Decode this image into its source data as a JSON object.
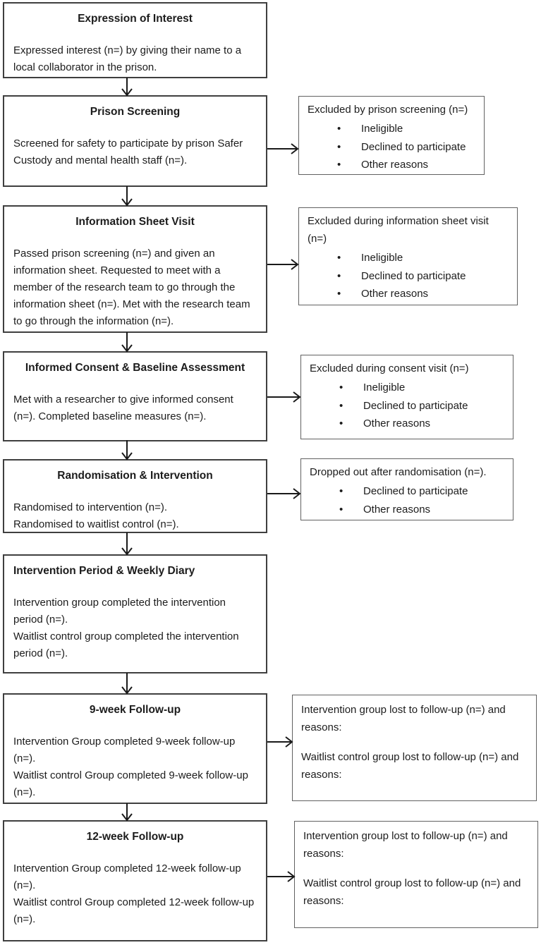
{
  "diagram": {
    "colors": {
      "background": "#ffffff",
      "main_border": "#3f3f3f",
      "side_border": "#616161",
      "text": "#1c1c1c",
      "arrow": "#1a1a1a"
    },
    "main_boxes": [
      {
        "title": "Expression of Interest",
        "paragraphs": [
          "Expressed interest (n=) by giving their name to a local collaborator in the prison."
        ]
      },
      {
        "title": "Prison Screening",
        "paragraphs": [
          "Screened for safety to participate by prison Safer Custody and mental health staff (n=)."
        ]
      },
      {
        "title": "Information Sheet Visit",
        "paragraphs": [
          "Passed prison screening (n=) and given an information sheet. Requested to meet with a member of the research team to go through the information sheet (n=). Met with the research team to go through the information (n=)."
        ]
      },
      {
        "title": "Informed Consent & Baseline Assessment",
        "paragraphs": [
          "Met with a researcher to give informed consent (n=). Completed baseline measures (n=)."
        ]
      },
      {
        "title": "Randomisation & Intervention",
        "paragraphs": [
          "Randomised to intervention (n=).",
          "Randomised to waitlist control (n=)."
        ]
      },
      {
        "title": "Intervention Period & Weekly Diary",
        "paragraphs": [
          "Intervention group completed the intervention period (n=).",
          "Waitlist control group completed the intervention period (n=)."
        ]
      },
      {
        "title": "9-week Follow-up",
        "paragraphs": [
          "Intervention Group completed 9-week follow-up (n=).",
          "Waitlist control Group completed 9-week follow-up (n=)."
        ]
      },
      {
        "title": "12-week Follow-up",
        "paragraphs": [
          "Intervention Group completed 12-week follow-up (n=).",
          "Waitlist control Group completed 12-week follow-up (n=)."
        ]
      }
    ],
    "side_boxes": [
      {
        "heading": "Excluded by prison screening (n=)",
        "bullets": [
          "Ineligible",
          "Declined to participate",
          "Other reasons"
        ]
      },
      {
        "heading": "Excluded during information sheet visit (n=)",
        "bullets": [
          "Ineligible",
          "Declined to participate",
          "Other reasons"
        ]
      },
      {
        "heading": "Excluded during consent visit (n=)",
        "bullets": [
          "Ineligible",
          "Declined to participate",
          "Other reasons"
        ]
      },
      {
        "heading": "Dropped out after randomisation (n=).",
        "bullets": [
          "Declined to participate",
          "Other reasons"
        ]
      },
      {
        "paragraphs": [
          "Intervention group lost to follow-up (n=) and reasons:",
          "Waitlist control group lost to follow-up (n=) and reasons:"
        ]
      },
      {
        "paragraphs": [
          "Intervention group lost to follow-up (n=) and reasons:",
          "Waitlist control group lost to follow-up (n=) and reasons:"
        ]
      }
    ]
  }
}
